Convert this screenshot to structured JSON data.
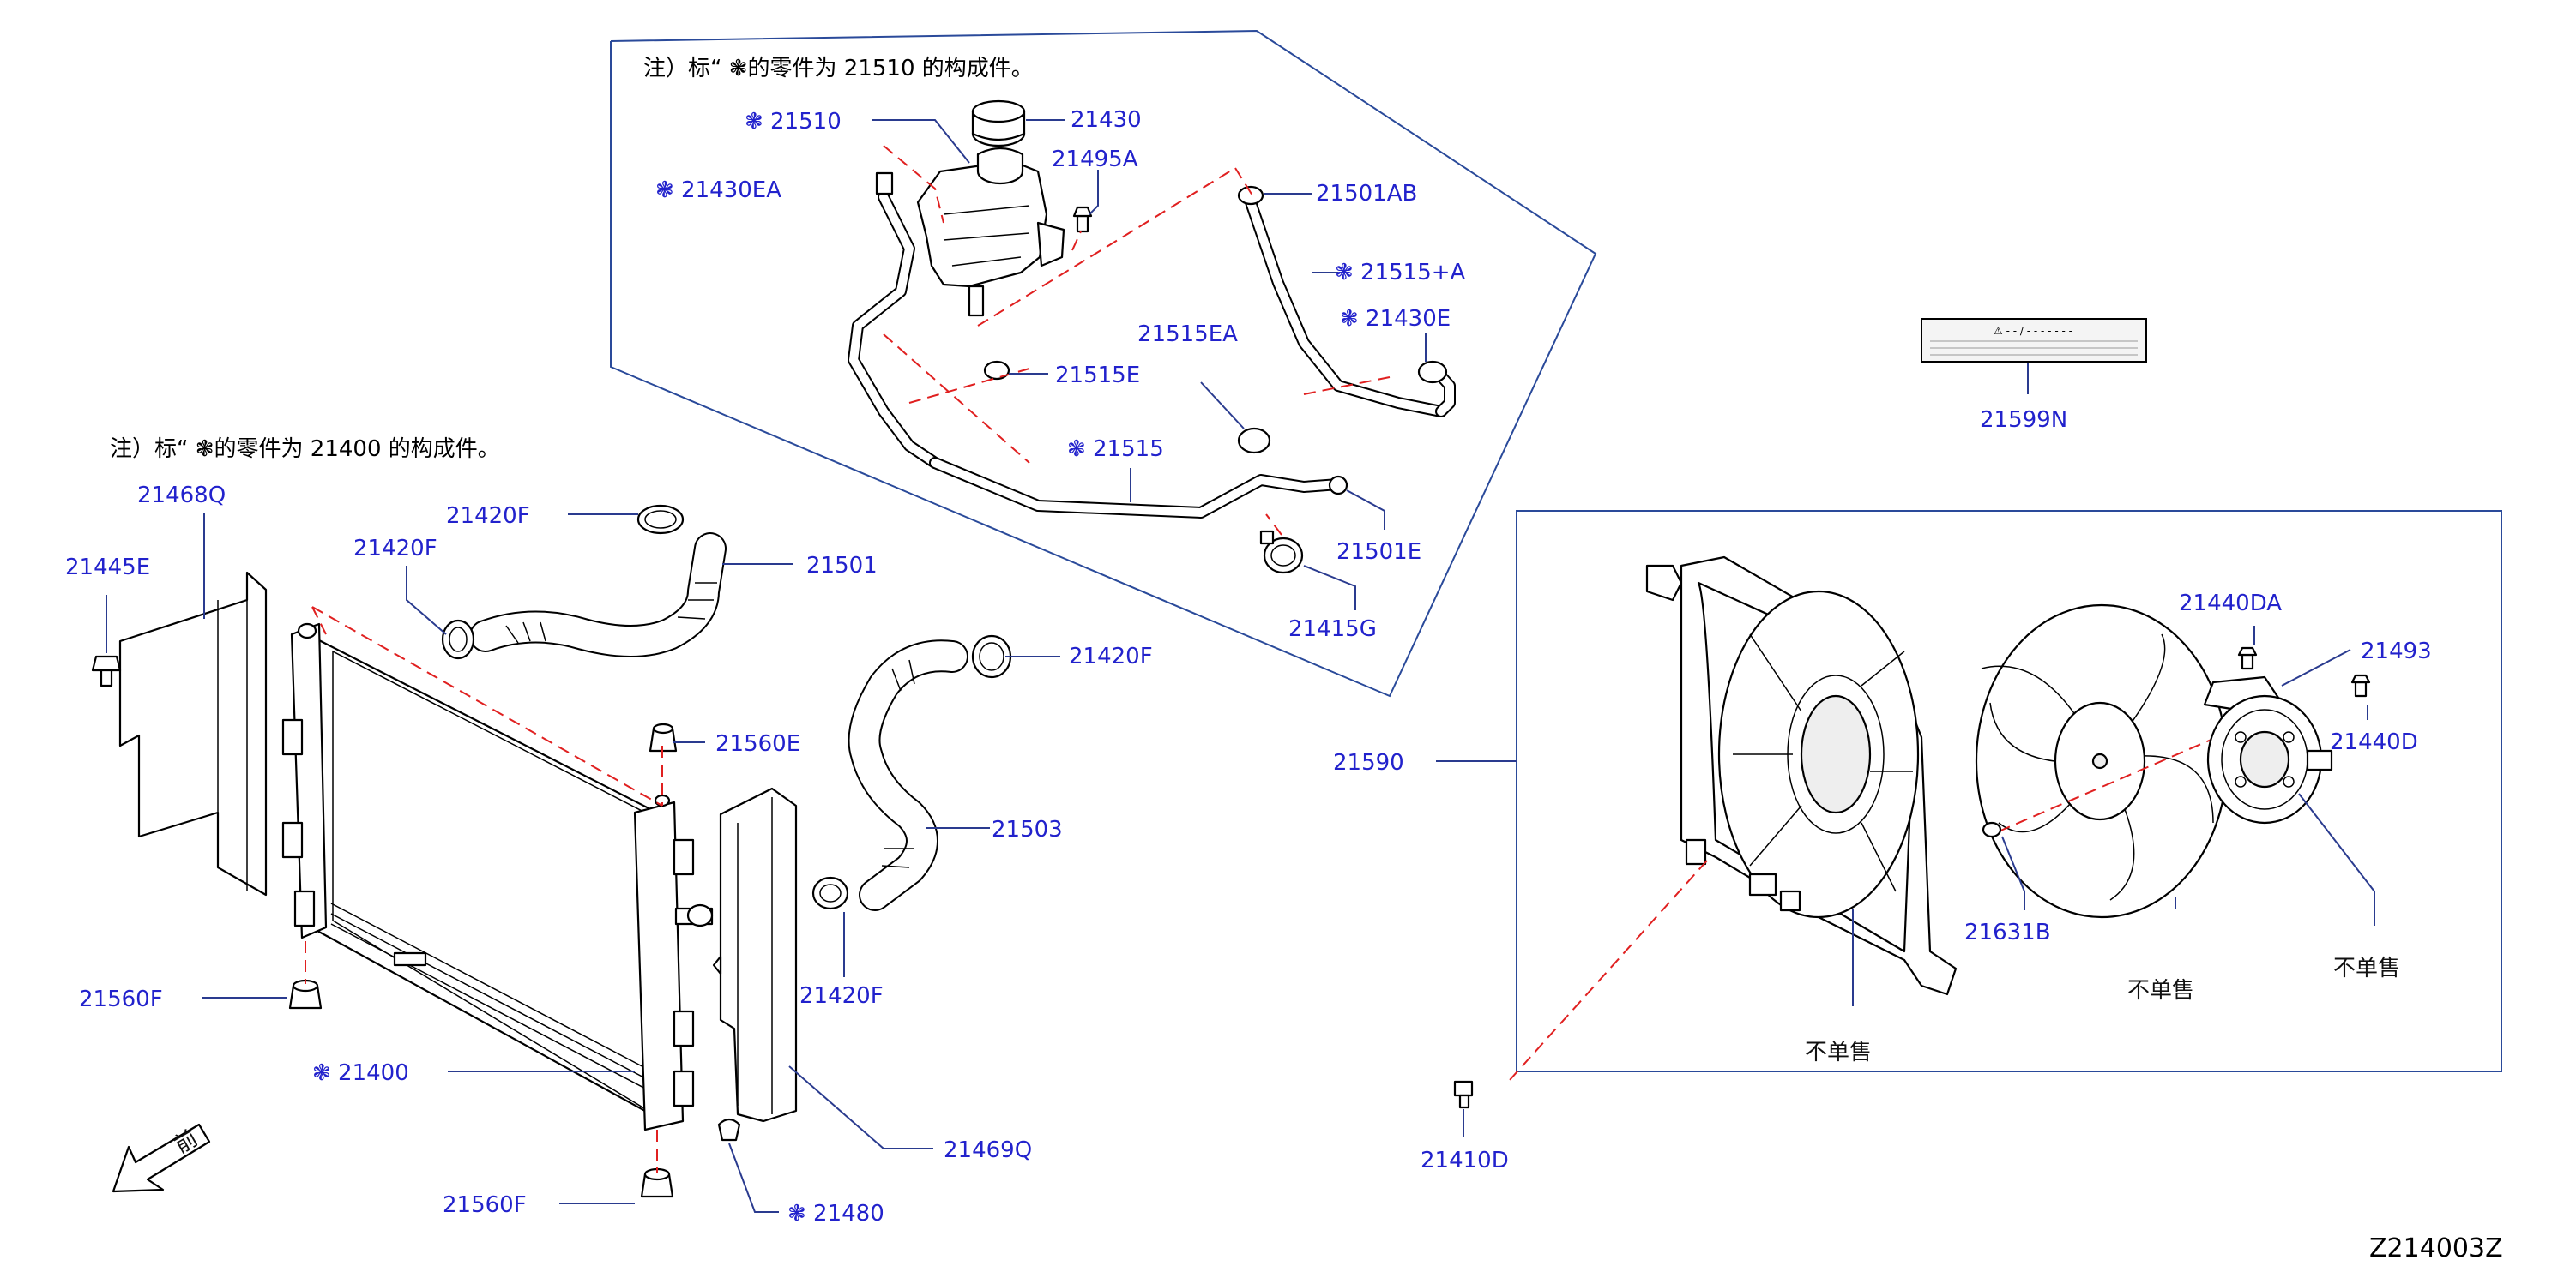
{
  "notes": {
    "top": "注）标“  ❃的零件为 21510 的构成件。",
    "left": "注）标“  ❃的零件为 21400 的构成件。"
  },
  "labels": {
    "p21510": "❃ 21510",
    "p21430": "21430",
    "p21495A": "21495A",
    "p21430EA": "❃ 21430EA",
    "p21501AB": "21501AB",
    "p21515A": "❃ 21515+A",
    "p21430E": "❃ 21430E",
    "p21515EA": "21515EA",
    "p21515E": "21515E",
    "p21515": "❃ 21515",
    "p21501E": "21501E",
    "p21415G": "21415G",
    "p21599N": "21599N",
    "p21468Q": "21468Q",
    "p21445E": "21445E",
    "p21420F_a": "21420F",
    "p21420F_b": "21420F",
    "p21501": "21501",
    "p21420F_c": "21420F",
    "p21560E": "21560E",
    "p21503": "21503",
    "p21420F_d": "21420F",
    "p21560F_a": "21560F",
    "p21400": "❃ 21400",
    "p21469Q": "21469Q",
    "p21560F_b": "21560F",
    "p21480": "❃ 21480",
    "p21590": "21590",
    "p21440DA": "21440DA",
    "p21493": "21493",
    "p21440D": "21440D",
    "p21631B": "21631B",
    "p21410D": "21410D",
    "notsold_a": "不单售",
    "notsold_b": "不单售",
    "notsold_c": "不单售"
  },
  "front_label": "前",
  "warning_label": "⚠ - - / - - - - - - -",
  "diagram_code": "Z214003Z"
}
